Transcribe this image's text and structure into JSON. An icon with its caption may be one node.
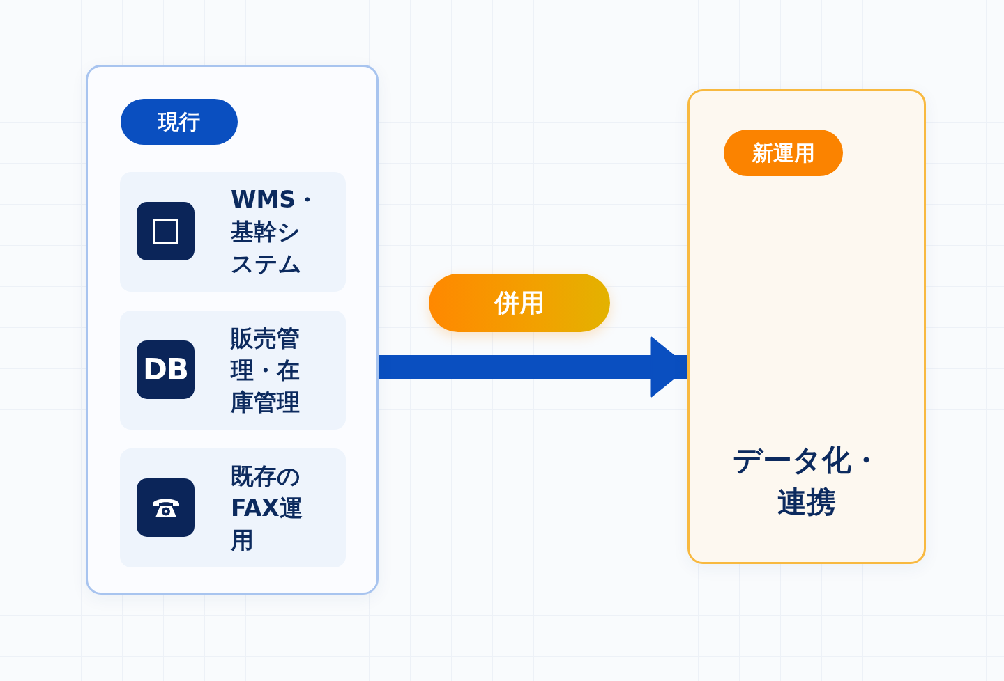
{
  "diagram": {
    "nodes": [
      {
        "text": [
          "現行"
        ]
      },
      {
        "text": [
          "WMS・基幹システム"
        ],
        "in": 0
      },
      {
        "text": [
          "販売管理・在庫管理"
        ],
        "in": 0
      },
      {
        "text": [
          "DB"
        ],
        "in": 2
      },
      {
        "text": [
          "既存のFAX運用"
        ],
        "in": 0
      },
      {
        "text": [
          "新運用",
          "データ化・連携"
        ]
      }
    ],
    "edges": [
      {
        "from": 0,
        "to": 5,
        "arrow": "to",
        "label": "併用"
      }
    ]
  }
}
